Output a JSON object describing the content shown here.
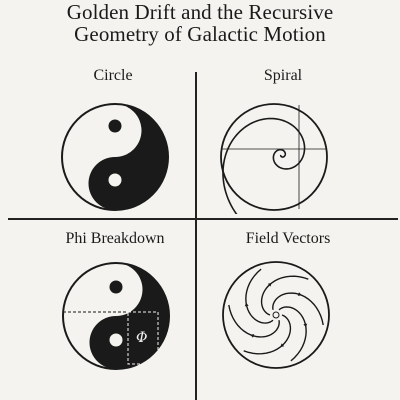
{
  "title": {
    "line1": "Golden Drift and the Recursive",
    "line2": "Geometry of Galactic Motion"
  },
  "panels": {
    "circle": {
      "label": "Circle"
    },
    "spiral": {
      "label": "Spiral"
    },
    "phi": {
      "label": "Phi Breakdown",
      "symbol": "Φ"
    },
    "field": {
      "label": "Field Vectors"
    }
  },
  "colors": {
    "ink": "#1a1a1a",
    "background": "#f4f3ef"
  }
}
